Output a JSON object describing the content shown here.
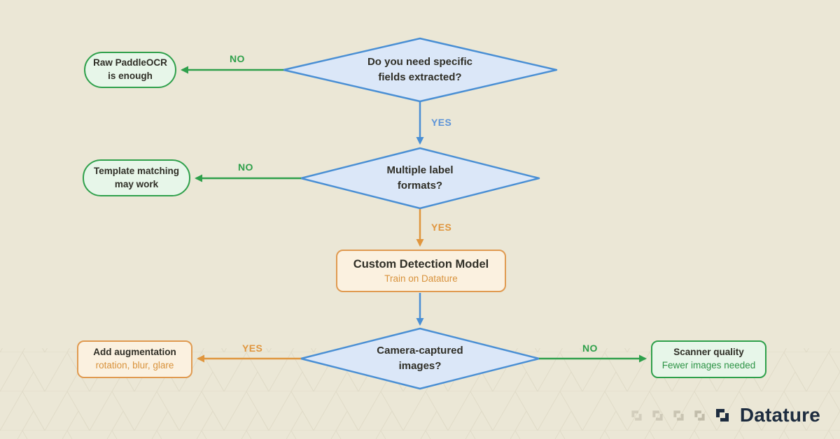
{
  "decisions": {
    "d1": {
      "line1": "Do you need specific",
      "line2": "fields extracted?"
    },
    "d2": {
      "line1": "Multiple label",
      "line2": "formats?"
    },
    "d3": {
      "line1": "Camera-captured",
      "line2": "images?"
    }
  },
  "results": {
    "raw_ocr": {
      "line1": "Raw PaddleOCR",
      "line2": "is enough"
    },
    "template": {
      "line1": "Template matching",
      "line2": "may work"
    },
    "augmentation": {
      "title": "Add augmentation",
      "subtitle": "rotation, blur, glare"
    },
    "scanner": {
      "title": "Scanner quality",
      "subtitle": "Fewer images needed"
    }
  },
  "process": {
    "custom_model": {
      "title": "Custom Detection Model",
      "subtitle": "Train on Datature"
    }
  },
  "edge_labels": {
    "d1_no": "NO",
    "d1_yes": "YES",
    "d2_no": "NO",
    "d2_yes": "YES",
    "d3_yes": "YES",
    "d3_no": "NO"
  },
  "brand": {
    "name": "Datature"
  },
  "colors": {
    "background": "#ebe7d6",
    "green": "#2fa04b",
    "blue": "#4a8fd4",
    "orange": "#e0963e",
    "diamond_fill": "#dbe7f8",
    "green_fill": "#e7f6e9",
    "orange_fill": "#fbf1e0",
    "text_dark": "#2f2e26",
    "brand_navy": "#1d2c3f"
  }
}
